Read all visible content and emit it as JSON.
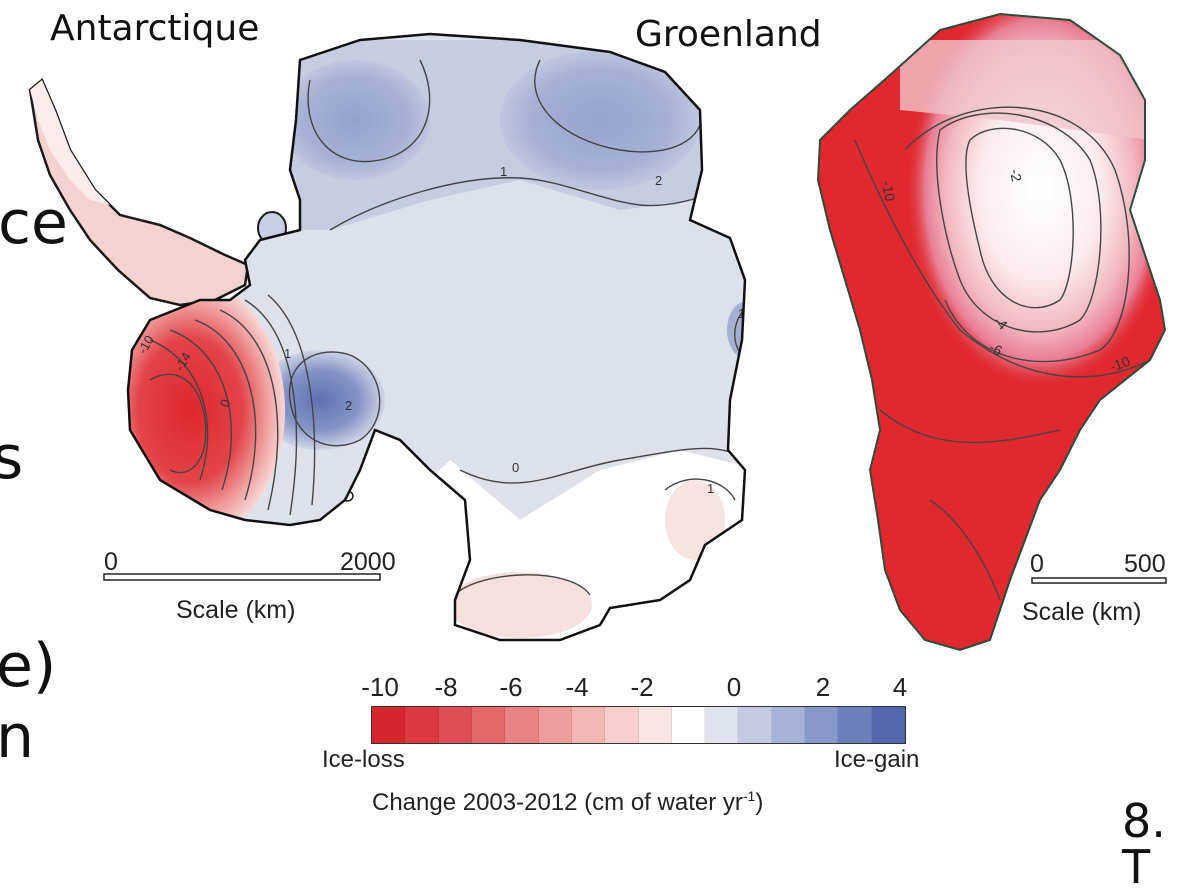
{
  "slide_fragments": {
    "line1_tail": "ce",
    "line3_tail": "s",
    "line5_tail": "e)",
    "line6_tail": "n",
    "footer_fragment": "8. T"
  },
  "antarctica": {
    "title": "Antarctique",
    "scale_zero": "0",
    "scale_max": "2000",
    "scale_label": "Scale (km)",
    "contour_labels": [
      "1",
      "2",
      "1",
      "-10",
      "-14",
      "0",
      "1",
      "2",
      "0",
      "1"
    ]
  },
  "greenland": {
    "title": "Groenland",
    "scale_zero": "0",
    "scale_max": "500",
    "scale_label": "Scale (km)",
    "contour_labels": [
      "-10",
      "-2",
      "-4",
      "-6",
      "-10"
    ]
  },
  "colorbar": {
    "ticks": [
      "-10",
      "-8",
      "-6",
      "-4",
      "-2",
      "0",
      "2",
      "4"
    ],
    "left_label": "Ice-loss",
    "right_label": "Ice-gain",
    "caption_main": "Change 2003-2012 (cm of water yr",
    "caption_sup": "-1",
    "caption_end": ")",
    "colors": [
      "#d7262e",
      "#dc3a40",
      "#e04f54",
      "#e4676a",
      "#e98283",
      "#ee9d9c",
      "#f2b6b5",
      "#f6cfcc",
      "#f8e6e2",
      "#ffffff",
      "#dfe3ee",
      "#c3cbe2",
      "#a5b1d6",
      "#8797c9",
      "#6b80bb",
      "#5466ac"
    ]
  },
  "legend_colors": {
    "ice_loss_strong": "#e0282e",
    "ice_gain_strong": "#5466ac",
    "neutral": "#dde2ea"
  }
}
